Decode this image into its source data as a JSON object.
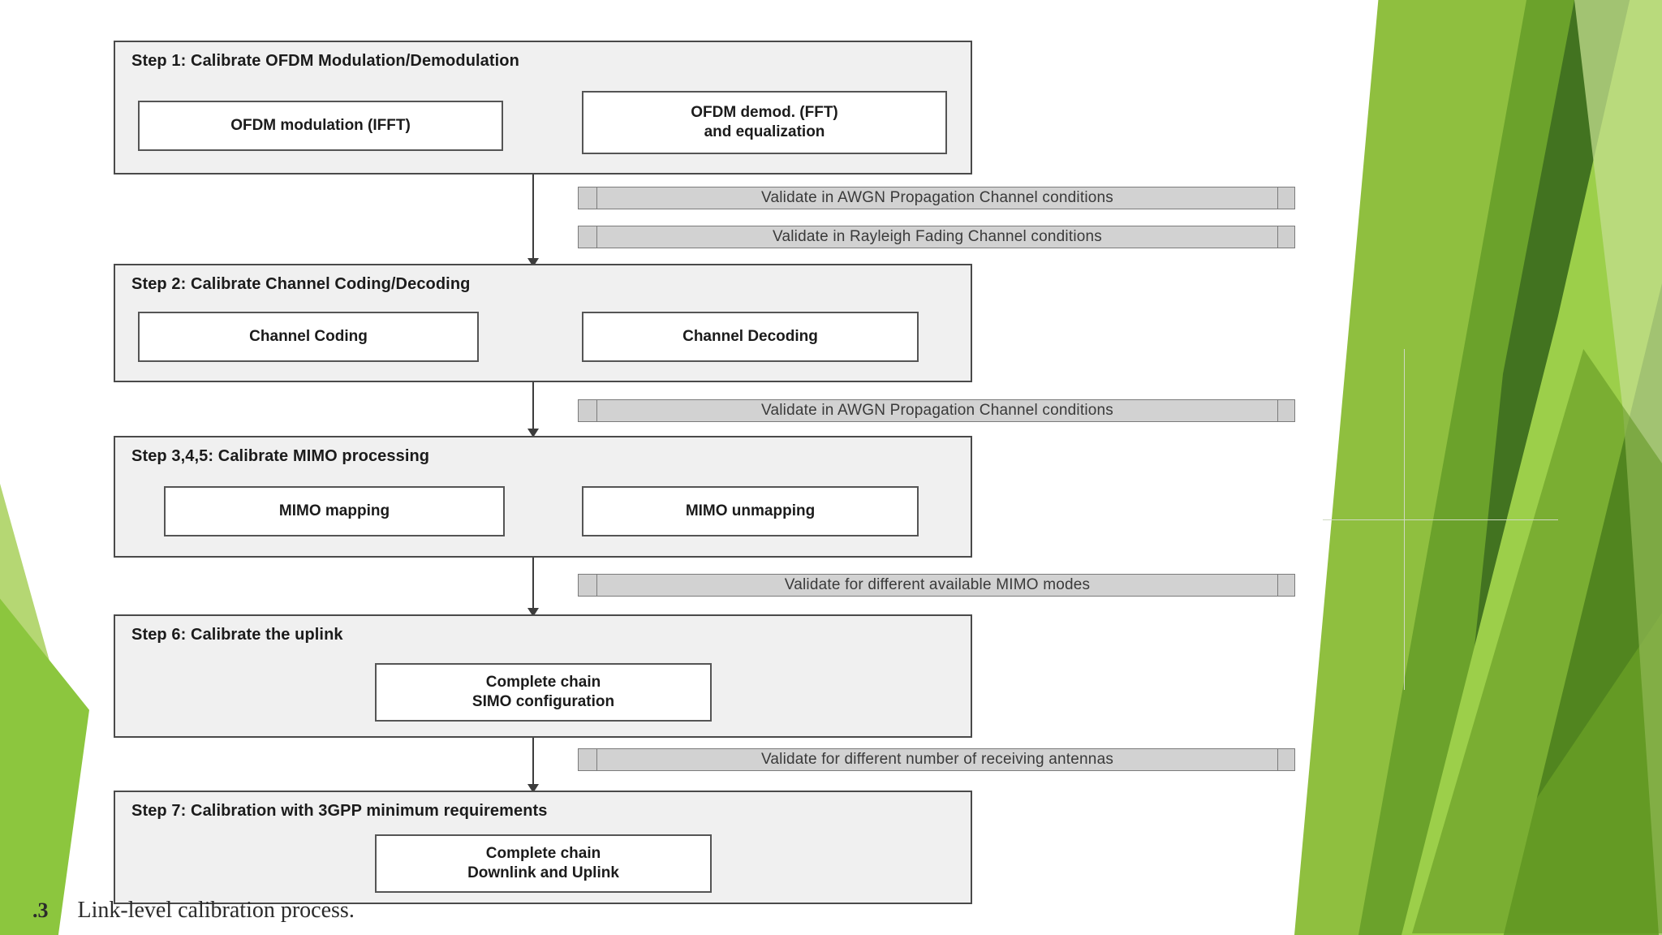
{
  "figure": {
    "caption_number": ".3",
    "caption_text": "Link-level calibration process.",
    "steps": [
      {
        "id": "step1",
        "title": "Step 1: Calibrate OFDM Modulation/Demodulation",
        "boxes": [
          {
            "id": "ofdm-modulation",
            "label": "OFDM modulation (IFFT)"
          },
          {
            "id": "ofdm-demodulation",
            "label": "OFDM demod. (FFT)\nand equalization"
          }
        ]
      },
      {
        "id": "step2",
        "title": "Step 2: Calibrate Channel Coding/Decoding",
        "boxes": [
          {
            "id": "channel-coding",
            "label": "Channel Coding"
          },
          {
            "id": "channel-decoding",
            "label": "Channel Decoding"
          }
        ]
      },
      {
        "id": "step345",
        "title": "Step 3,4,5: Calibrate MIMO processing",
        "boxes": [
          {
            "id": "mimo-mapping",
            "label": "MIMO mapping"
          },
          {
            "id": "mimo-unmapping",
            "label": "MIMO unmapping"
          }
        ]
      },
      {
        "id": "step6",
        "title": "Step 6: Calibrate the uplink",
        "boxes": [
          {
            "id": "complete-chain-simo",
            "label": "Complete chain\nSIMO configuration"
          }
        ]
      },
      {
        "id": "step7",
        "title": "Step 7: Calibration with 3GPP minimum requirements",
        "boxes": [
          {
            "id": "complete-chain-dl-ul",
            "label": "Complete chain\nDownlink and Uplink"
          }
        ]
      }
    ],
    "validations": [
      {
        "id": "validate-awgn-1",
        "label": "Validate in AWGN Propagation Channel conditions"
      },
      {
        "id": "validate-rayleigh",
        "label": "Validate in Rayleigh Fading Channel conditions"
      },
      {
        "id": "validate-awgn-2",
        "label": "Validate in AWGN Propagation Channel conditions"
      },
      {
        "id": "validate-mimo-modes",
        "label": "Validate for different available MIMO modes"
      },
      {
        "id": "validate-rx-antennas",
        "label": "Validate for different number of receiving antennas"
      }
    ]
  },
  "colors": {
    "box_fill": "#f0f0f0",
    "box_border": "#4a4a4a",
    "inner_fill": "#ffffff",
    "validate_fill": "#d2d2d2",
    "validate_border": "#7b7b7b",
    "accent_green": "#8cc63e",
    "accent_green_dark": "#3f6f1f",
    "text": "#1b1b1b"
  }
}
